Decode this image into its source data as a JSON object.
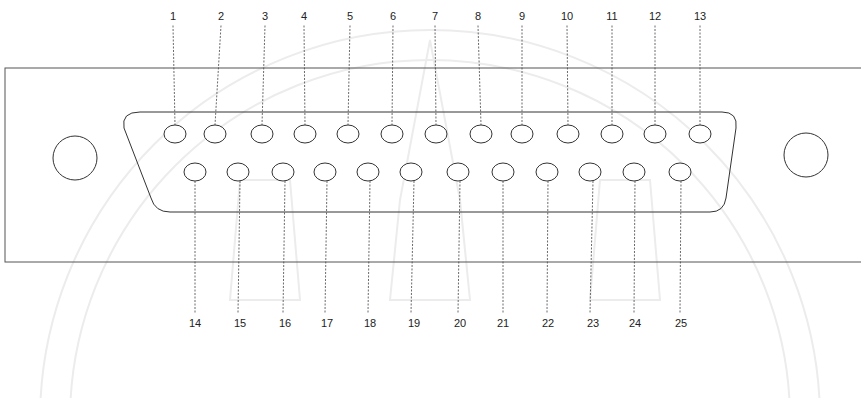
{
  "diagram": {
    "labels": [
      "1",
      "2",
      "3",
      "4",
      "5",
      "6",
      "7",
      "8",
      "9",
      "10",
      "11",
      "12",
      "13",
      "14",
      "15",
      "16",
      "17",
      "18",
      "19",
      "20",
      "21",
      "22",
      "23",
      "24",
      "25"
    ]
  }
}
